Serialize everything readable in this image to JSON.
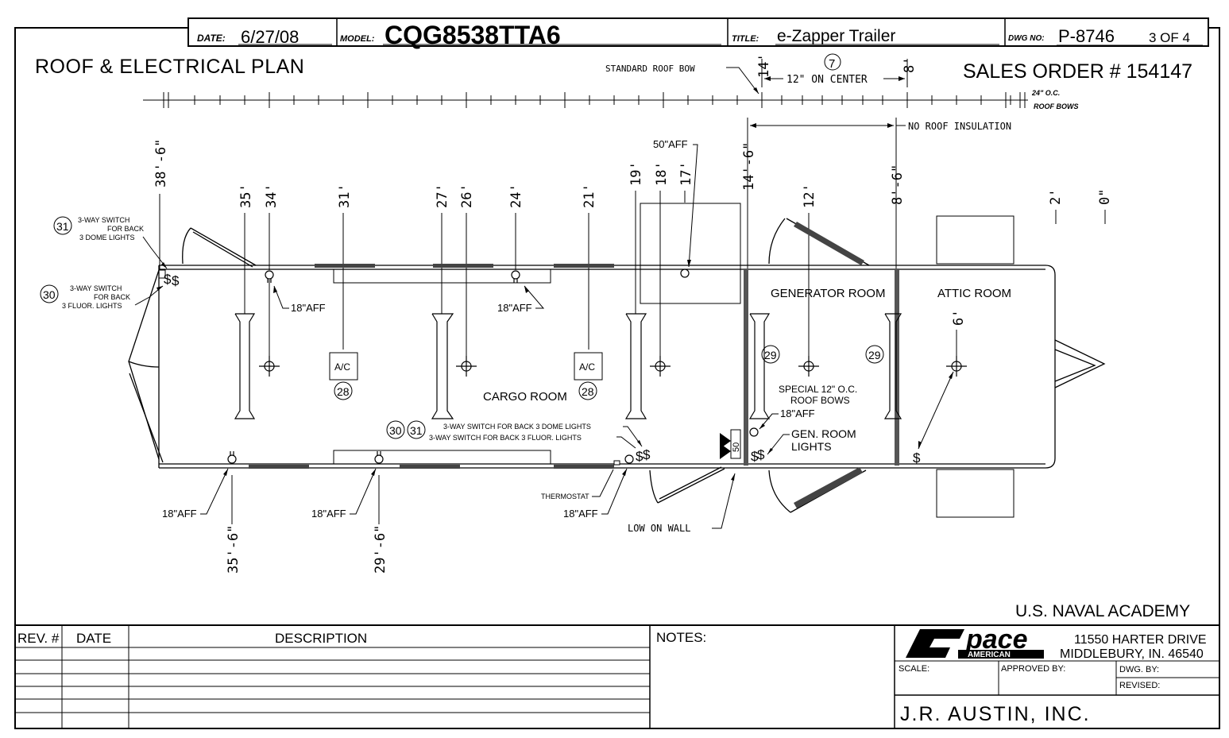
{
  "header": {
    "date_label": "DATE:",
    "date": "6/27/08",
    "model_label": "MODEL:",
    "model": "CQG8538TTA6",
    "title_label": "TITLE:",
    "title": "e-Zapper Trailer",
    "dwg_label": "DWG NO:",
    "dwg_no": "P-8746",
    "sheet": "3 OF 4"
  },
  "plan_title": "ROOF & ELECTRICAL PLAN",
  "sales_order": "SALES ORDER # 154147",
  "roof_bows": {
    "standard": "STANDARD ROOF BOW",
    "on_center": "12\" ON CENTER",
    "count": "7",
    "dim_14": "14'",
    "dim_8": "8'",
    "oc_note_1": "24\" O.C.",
    "oc_note_2": "ROOF BOWS",
    "no_insulation": "NO ROOF INSULATION"
  },
  "dimensions_top": [
    "38'-6\"",
    "35'",
    "34'",
    "31'",
    "27'",
    "26'",
    "24'",
    "21'",
    "19'",
    "18'",
    "17'",
    "14'-6\"",
    "12'",
    "8'-6\"",
    "2'",
    "0\""
  ],
  "dimensions_bottom": [
    "35'-6\"",
    "29'-6\""
  ],
  "dim_attic": "6'",
  "rooms": {
    "cargo": "CARGO ROOM",
    "generator": "GENERATOR ROOM",
    "attic": "ATTIC ROOM"
  },
  "callouts": {
    "c31": "31",
    "c30": "30",
    "c28": "28",
    "c29": "29",
    "switch_31_a": "3-WAY SWITCH",
    "switch_31_b": "FOR BACK",
    "switch_31_c": "3 DOME LIGHTS",
    "switch_30_a": "3-WAY SWITCH",
    "switch_30_b": "FOR BACK",
    "switch_30_c": "3 FLUOR. LIGHTS",
    "switch_dome_front": "3-WAY SWITCH FOR BACK 3 DOME LIGHTS",
    "switch_fluor_front": "3-WAY SWITCH FOR BACK 3 FLUOR. LIGHTS",
    "ac": "A/C",
    "aff_50": "50\"AFF",
    "aff_18": "18\"AFF",
    "special_bows_1": "SPECIAL 12\" O.C.",
    "special_bows_2": "ROOF BOWS",
    "gen_lights_1": "GEN. ROOM",
    "gen_lights_2": "LIGHTS",
    "thermostat": "THERMOSTAT",
    "low_on_wall": "LOW ON WALL",
    "panel": "50",
    "switch_symbol": "$"
  },
  "customer": "U.S. NAVAL ACADEMY",
  "revision_table": {
    "rev_label": "REV. #",
    "date_label": "DATE",
    "description_label": "DESCRIPTION",
    "notes_label": "NOTES:"
  },
  "title_block": {
    "logo_main": "pace",
    "logo_sub": "AMERICAN",
    "address_1": "11550 HARTER DRIVE",
    "address_2": "MIDDLEBURY, IN. 46540",
    "scale_label": "SCALE:",
    "approved_label": "APPROVED BY:",
    "dwg_by_label": "DWG. BY:",
    "revised_label": "REVISED:",
    "company": "J.R. AUSTIN, INC."
  }
}
